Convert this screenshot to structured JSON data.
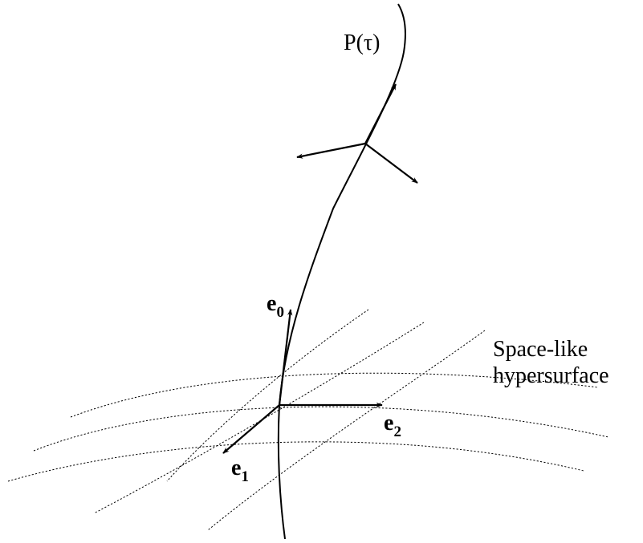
{
  "labels": {
    "worldline": "P(τ)",
    "e0": {
      "base": "e",
      "sub": "0"
    },
    "e1": {
      "base": "e",
      "sub": "1"
    },
    "e2": {
      "base": "e",
      "sub": "2"
    },
    "hypersurface_line1": "Space-like",
    "hypersurface_line2": "hypersurface"
  }
}
